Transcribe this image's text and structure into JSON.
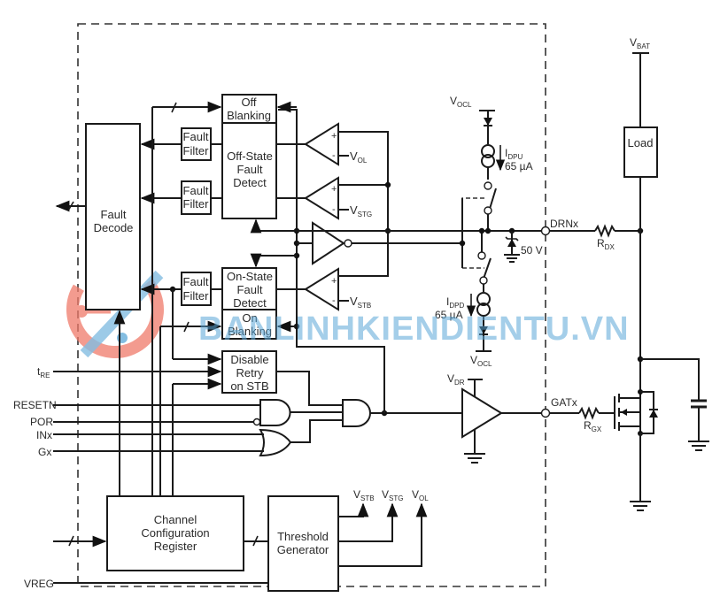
{
  "diagram": {
    "type": "block-diagram",
    "subject": "Low-side driver channel with diagnostics (fault detect, blanking, threshold generator)",
    "blocks": {
      "off_blanking": [
        "Off",
        "Blanking"
      ],
      "off_state_fault_detect": [
        "Off-State",
        "Fault",
        "Detect"
      ],
      "on_state_fault_detect": [
        "On-State",
        "Fault",
        "Detect"
      ],
      "on_blanking": [
        "On",
        "Blanking"
      ],
      "fault_filter": [
        "Fault",
        "Filter"
      ],
      "fault_decode": [
        "Fault",
        "Decode"
      ],
      "disable_retry": [
        "Disable",
        "Retry",
        "on STB"
      ],
      "channel_config": [
        "Channel",
        "Configuration",
        "Register"
      ],
      "threshold_gen": [
        "Threshold",
        "Generator"
      ],
      "load": "Load"
    },
    "comparators": [
      {
        "id": "vol",
        "plus": "+",
        "minus": "-",
        "ref": "V",
        "ref_sub": "OL"
      },
      {
        "id": "vstg",
        "plus": "+",
        "minus": "-",
        "ref": "V",
        "ref_sub": "STG"
      },
      {
        "id": "vstb",
        "plus": "+",
        "minus": "-",
        "ref": "V",
        "ref_sub": "STB"
      }
    ],
    "inputs": {
      "tre": {
        "main": "t",
        "sub": "RE"
      },
      "resetn": "RESETN",
      "por": "POR",
      "inx": "INx",
      "gx": "Gx",
      "vreg": "VREG"
    },
    "threshold_outputs": [
      {
        "main": "V",
        "sub": "STB"
      },
      {
        "main": "V",
        "sub": "STG"
      },
      {
        "main": "V",
        "sub": "OL"
      }
    ],
    "current_sources": {
      "pullup": {
        "name_main": "I",
        "name_sub": "DPU",
        "value": "65 µA",
        "supply_main": "V",
        "supply_sub": "OCL"
      },
      "pulldown": {
        "name_main": "I",
        "name_sub": "DPD",
        "value": "65 µA",
        "supply_main": "V",
        "supply_sub": "OCL"
      }
    },
    "zener": "50 V",
    "pins": {
      "drain": "DRNx",
      "gate": "GATx"
    },
    "resistors": {
      "rdx": {
        "main": "R",
        "sub": "DX"
      },
      "rgx": {
        "main": "R",
        "sub": "GX"
      }
    },
    "supplies": {
      "vbat": {
        "main": "V",
        "sub": "BAT"
      },
      "vdr": {
        "main": "V",
        "sub": "DR"
      }
    }
  },
  "watermark": {
    "text": "BANLINHKIENDIENTU.VN",
    "colors": {
      "logo_red": "#f07a6a",
      "logo_blue": "#5aa7d8"
    }
  }
}
